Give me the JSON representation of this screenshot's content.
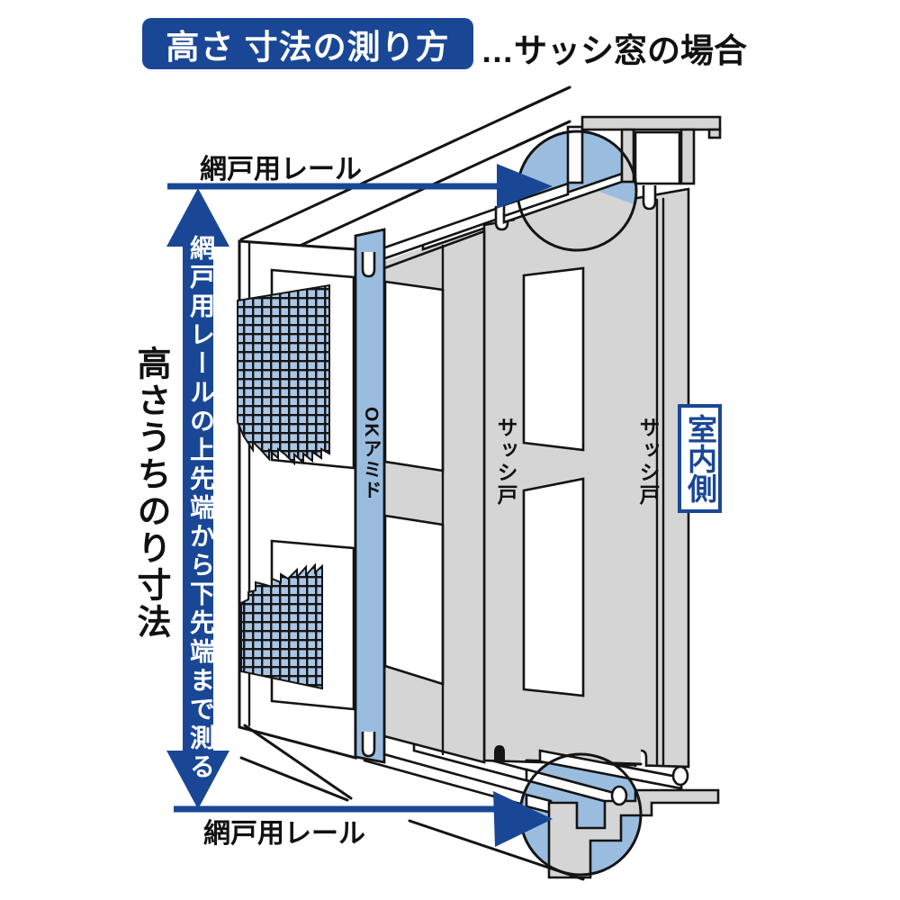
{
  "title": {
    "badge": "高さ 寸法の測り方",
    "case_note": "…サッシ窓の場合"
  },
  "labels": {
    "rail_top": "網戸用レール",
    "rail_bottom": "網戸用レール",
    "measure_instruction": "網戸用レールの上先端から下先端まで測る",
    "dimension_name": "高さうちのり寸法",
    "screen_door": "OKアミド",
    "sash_door_front": "サッシ戸",
    "sash_door_rear": "サッシ戸",
    "interior_side": "室内側"
  },
  "colors": {
    "accent_blue": "#1a4795",
    "highlight_blue": "#9abddf",
    "mesh_blue": "#a9c6e5",
    "frame_gray": "#d5d5d6",
    "outline": "#141414"
  }
}
